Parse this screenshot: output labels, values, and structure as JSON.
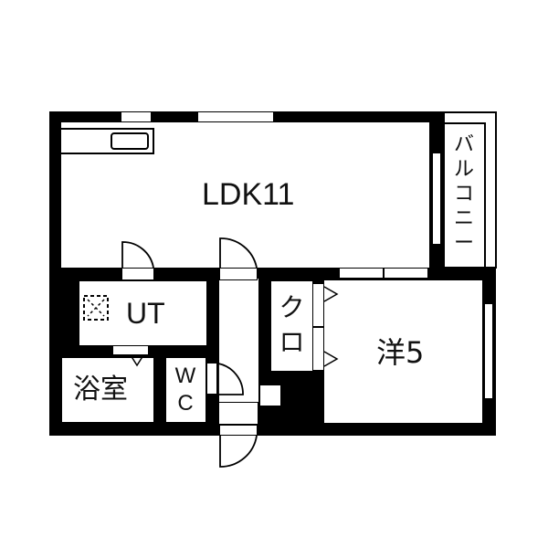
{
  "floorplan": {
    "rooms": {
      "ldk": {
        "label": "LDK11"
      },
      "balcony": {
        "label": "バルコニー",
        "chars": [
          "バ",
          "ル",
          "コ",
          "ニ",
          "ー"
        ]
      },
      "utility": {
        "label": "UT"
      },
      "bath": {
        "label": "浴室"
      },
      "wc": {
        "label": "WC",
        "chars": [
          "W",
          "C"
        ]
      },
      "closet": {
        "label": "クロ",
        "chars": [
          "ク",
          "ロ"
        ]
      },
      "western_room": {
        "label": "洋5"
      }
    },
    "colors": {
      "wall": "#000000",
      "floor": "#ffffff",
      "text": "#111111"
    }
  }
}
